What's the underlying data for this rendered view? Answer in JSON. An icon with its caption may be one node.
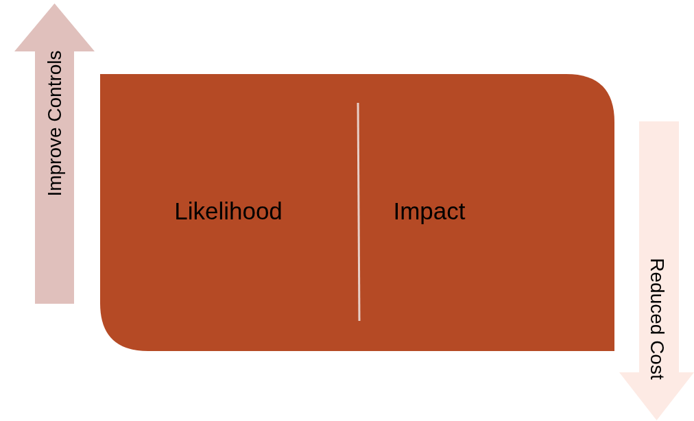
{
  "diagram": {
    "nodes": [
      {
        "text": [
          "Improve Controls"
        ]
      },
      {
        "text": [
          "Likelihood",
          "Impact"
        ]
      },
      {
        "text": [
          "Reduced Cost"
        ]
      }
    ]
  }
}
